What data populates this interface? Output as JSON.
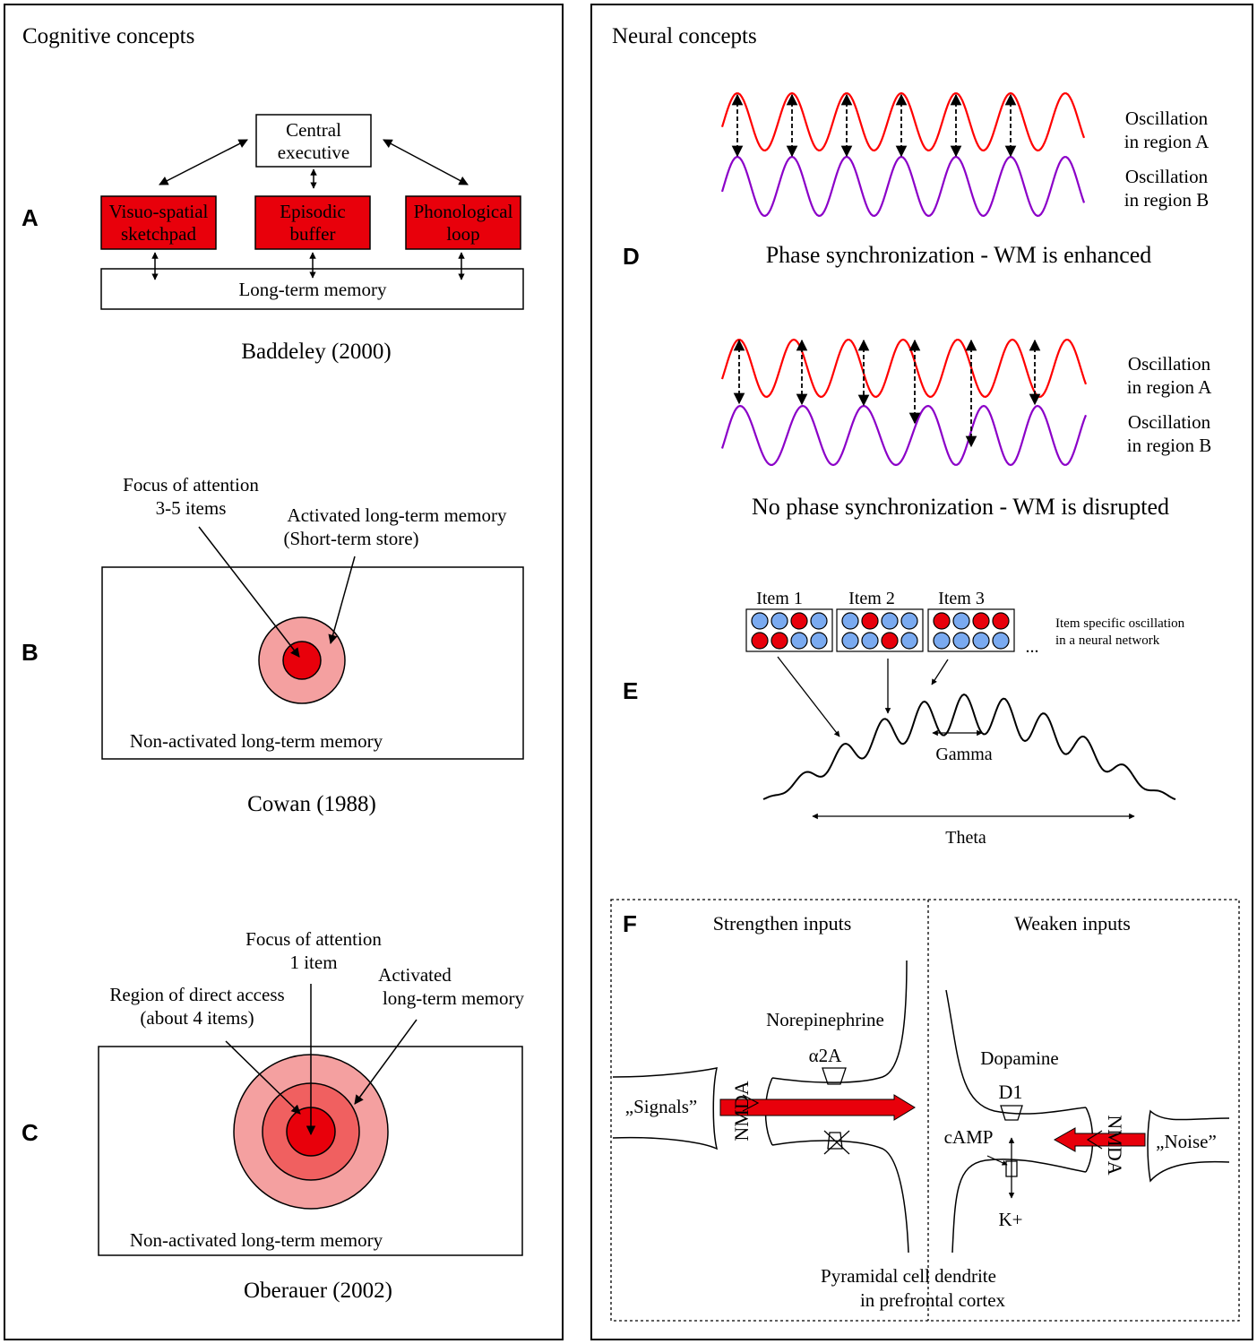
{
  "left_panel": {
    "title": "Cognitive concepts",
    "panel_a": {
      "letter": "A",
      "central_executive": [
        "Central",
        "executive"
      ],
      "visuo_spatial": [
        "Visuo-spatial",
        "sketchpad"
      ],
      "episodic": [
        "Episodic",
        "buffer"
      ],
      "phonological": [
        "Phonological",
        "loop"
      ],
      "ltm": "Long-term memory",
      "citation": "Baddeley (2000)"
    },
    "panel_b": {
      "letter": "B",
      "focus": [
        "Focus of attention",
        "3-5 items"
      ],
      "activated": [
        "Activated long-term memory",
        "(Short-term store)"
      ],
      "non_activated": "Non-activated long-term memory",
      "citation": "Cowan (1988)"
    },
    "panel_c": {
      "letter": "C",
      "focus": [
        "Focus of attention",
        "1 item"
      ],
      "direct_access": [
        "Region of direct access",
        "(about 4 items)"
      ],
      "activated": [
        "Activated",
        "long-term memory"
      ],
      "non_activated": "Non-activated long-term memory",
      "citation": "Oberauer (2002)"
    }
  },
  "right_panel": {
    "title": "Neural concepts",
    "panel_d": {
      "letter": "D",
      "region_a": [
        "Oscillation",
        "in region A"
      ],
      "region_b": [
        "Oscillation",
        "in region B"
      ],
      "sync_caption": "Phase synchronization - WM is enhanced",
      "nosync_caption": "No phase synchronization - WM is disrupted"
    },
    "panel_e": {
      "letter": "E",
      "items": [
        {
          "label": "Item 1",
          "dots": [
            "b",
            "b",
            "r",
            "b",
            "r",
            "r",
            "b",
            "b"
          ]
        },
        {
          "label": "Item 2",
          "dots": [
            "b",
            "r",
            "b",
            "b",
            "b",
            "b",
            "r",
            "b"
          ]
        },
        {
          "label": "Item 3",
          "dots": [
            "r",
            "b",
            "r",
            "r",
            "b",
            "b",
            "b",
            "b"
          ]
        }
      ],
      "ellipsis": "...",
      "note": [
        "Item specific oscillation",
        "in a neural network"
      ],
      "gamma": "Gamma",
      "theta": "Theta"
    },
    "panel_f": {
      "letter": "F",
      "strengthen": "Strengthen inputs",
      "weaken": "Weaken inputs",
      "norepinephrine": "Norepinephrine",
      "a2a": "α2A",
      "signals": "„Signals”",
      "nmda": "NMDA",
      "dopamine": "Dopamine",
      "d1": "D1",
      "camp": "cAMP",
      "k": "K+",
      "noise": "„Noise”",
      "pyramidal": [
        "Pyramidal cell dendrite",
        "in prefrontal cortex"
      ]
    }
  },
  "colors": {
    "red_box": "#e8000b",
    "wave_a": "#ff0000",
    "wave_b": "#8b00c8",
    "dot_blue": "#7aaaf0",
    "dot_red": "#e8000b",
    "ring_light": "#f4a0a0",
    "ring_mid": "#f06060",
    "core": "#e8000b"
  }
}
